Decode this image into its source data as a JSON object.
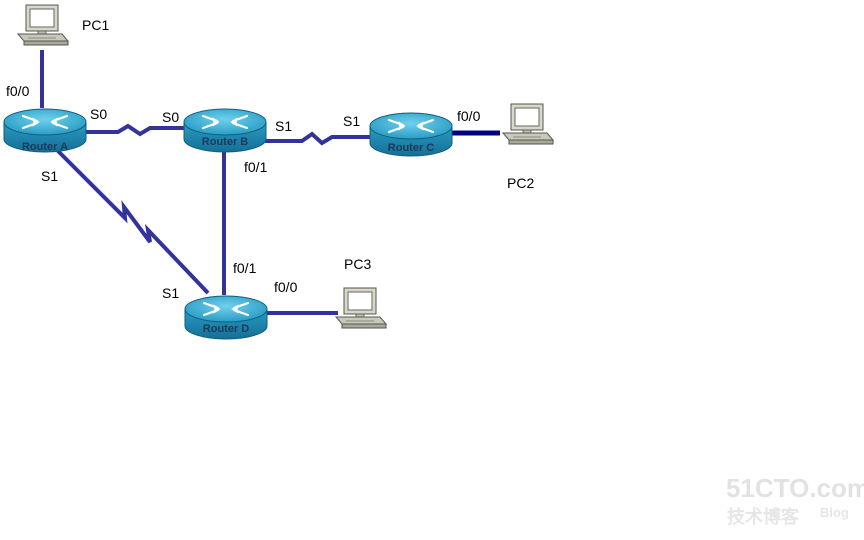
{
  "routers": {
    "a": {
      "label": "Router A"
    },
    "b": {
      "label": "Router B"
    },
    "c": {
      "label": "Router C"
    },
    "d": {
      "label": "Router D"
    }
  },
  "pcs": {
    "pc1": {
      "label": "PC1"
    },
    "pc2": {
      "label": "PC2"
    },
    "pc3": {
      "label": "PC3"
    }
  },
  "interfaces": {
    "a_f0_0": "f0/0",
    "a_s0": "S0",
    "a_s1": "S1",
    "b_s0": "S0",
    "b_s1": "S1",
    "b_f0_1": "f0/1",
    "c_s1": "S1",
    "c_f0_0": "f0/0",
    "d_f0_1": "f0/1",
    "d_s1": "S1",
    "d_f0_0": "f0/0"
  },
  "watermark": {
    "site": "51CTO.com",
    "sub": "技术博客",
    "blog": "Blog"
  },
  "colors": {
    "link": "#33339a",
    "router_body": "#1e8fb8",
    "router_top": "#3fb3d6"
  }
}
